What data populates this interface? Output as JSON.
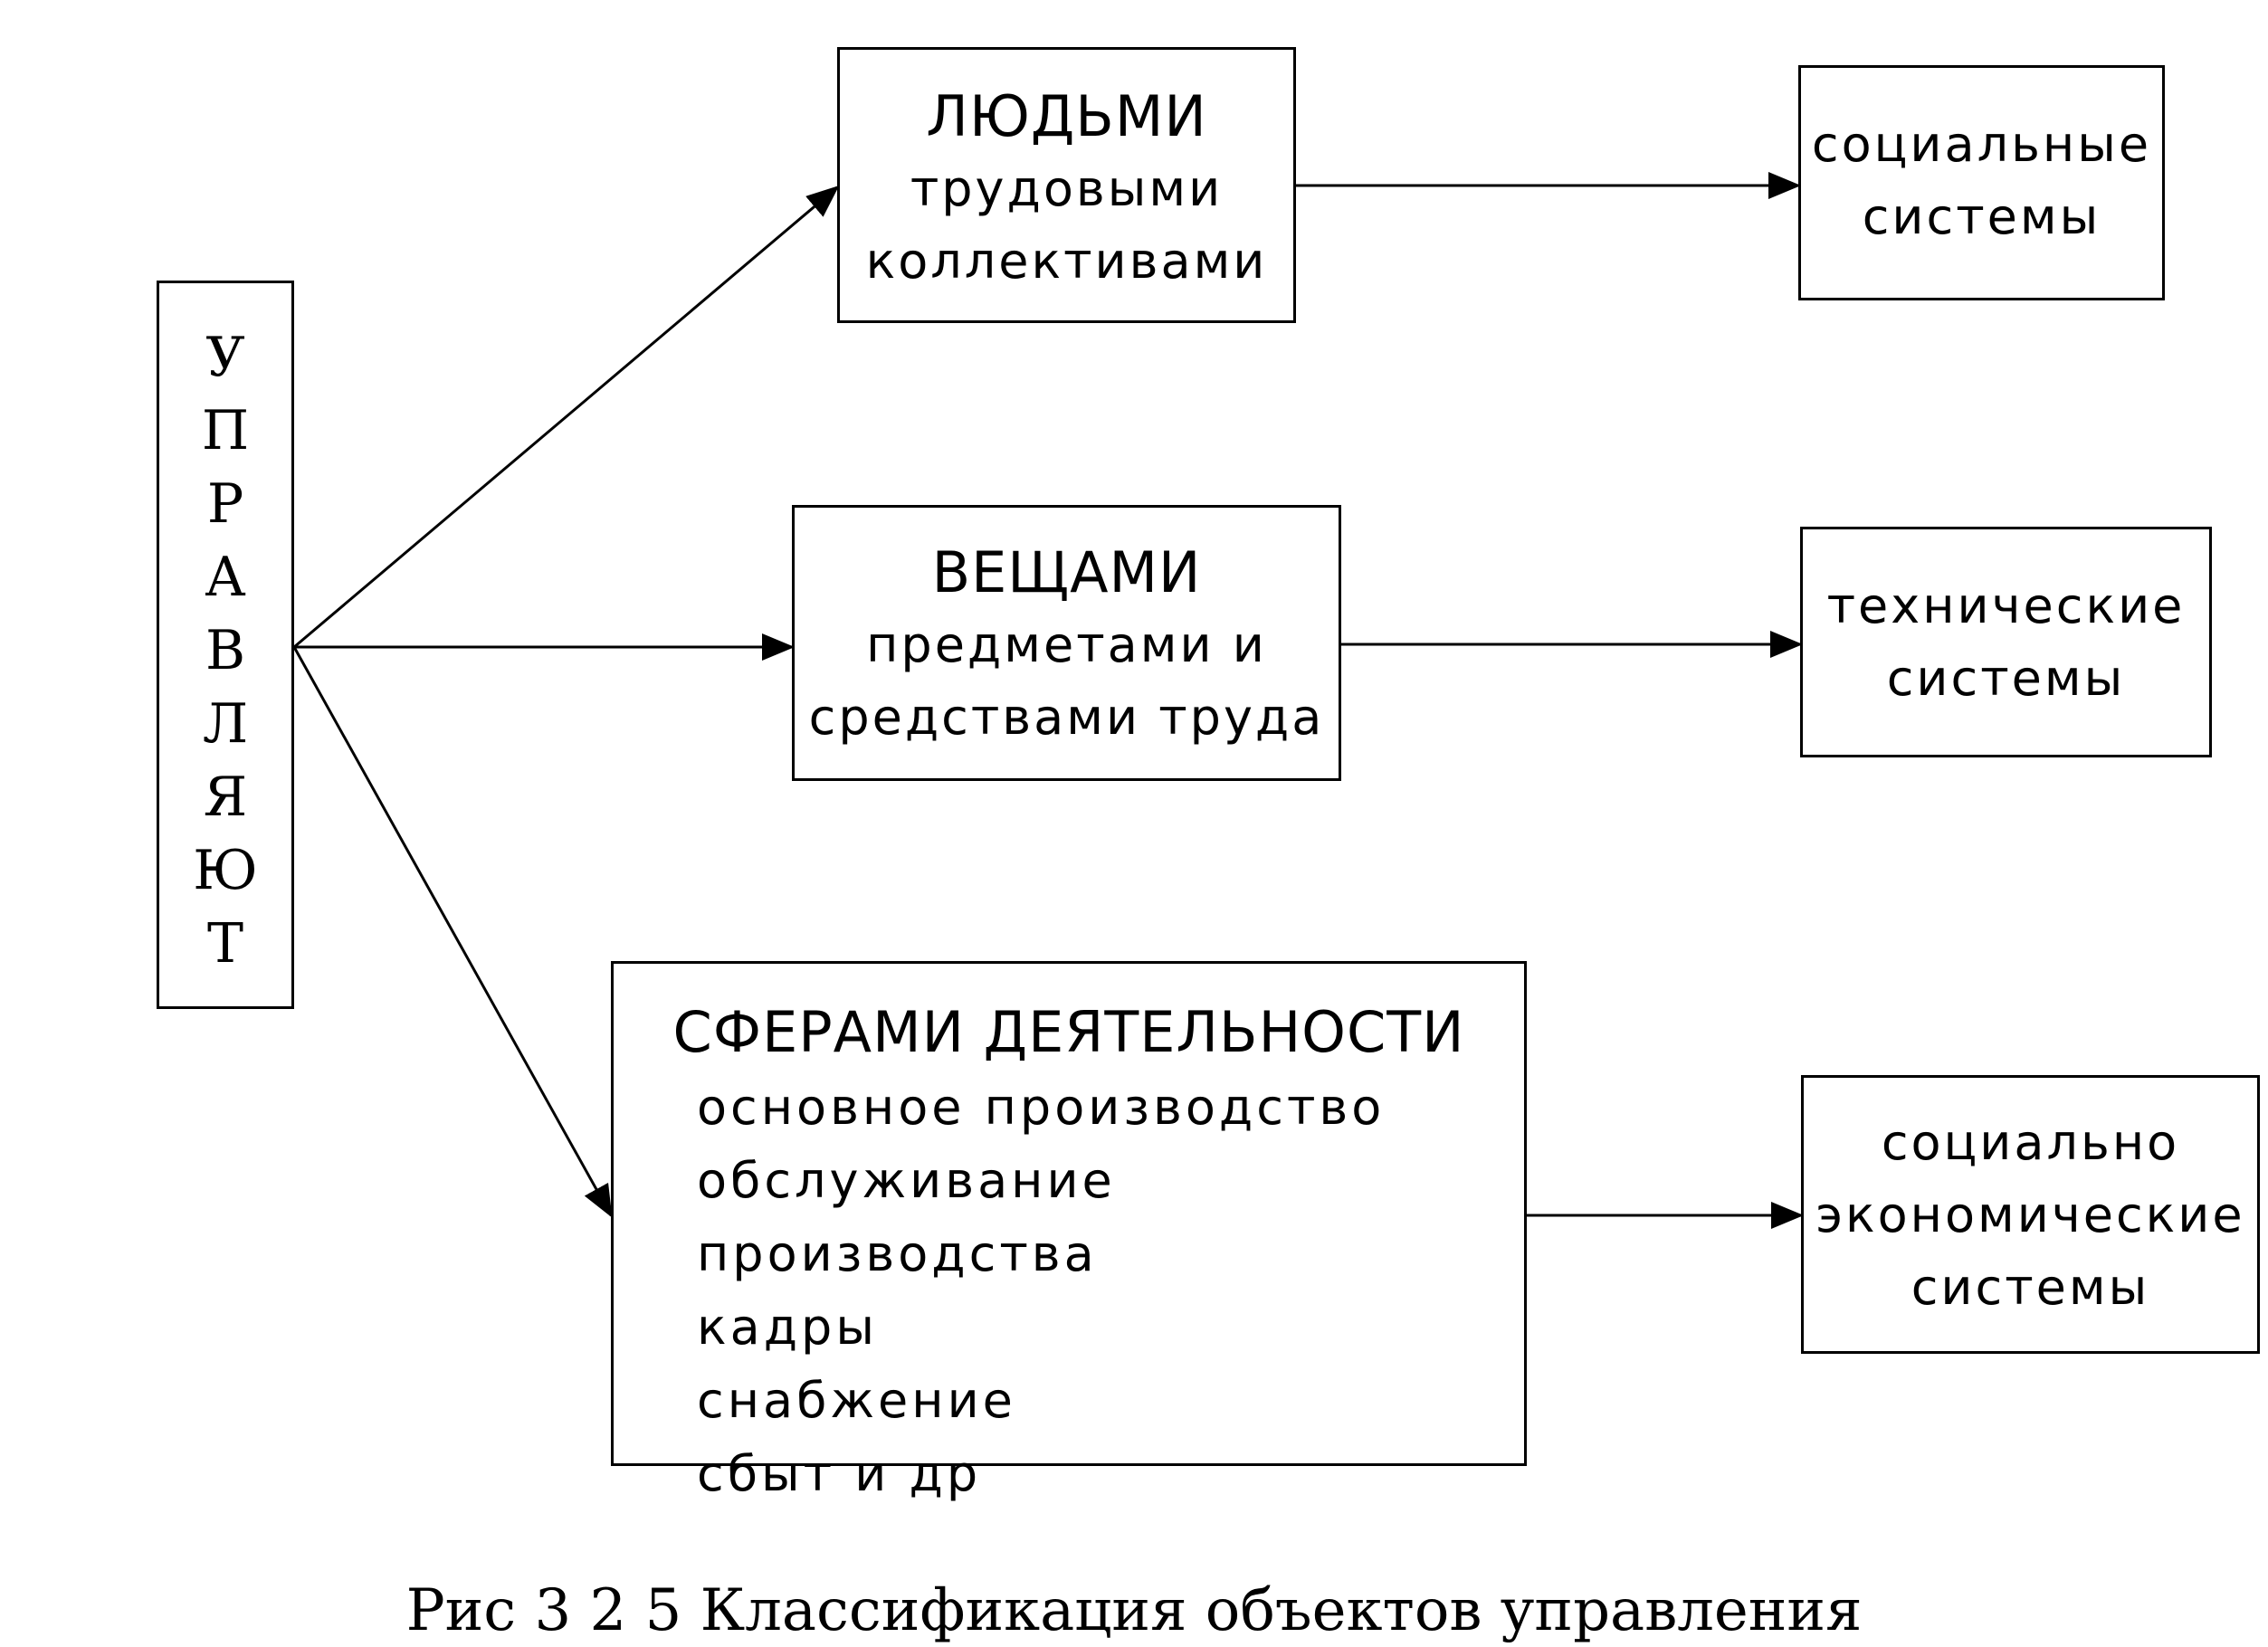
{
  "root": {
    "letters": [
      "У",
      "П",
      "Р",
      "А",
      "В",
      "Л",
      "Я",
      "Ю",
      "Т"
    ]
  },
  "objects": [
    {
      "heading": "ЛЮДЬМИ",
      "lines": [
        "трудовыми",
        "коллективами"
      ]
    },
    {
      "heading": "ВЕЩАМИ",
      "lines": [
        "предметами и",
        "средствами труда"
      ]
    },
    {
      "heading": "СФЕРАМИ ДЕЯТЕЛЬНОСТИ",
      "items": [
        "основное производство",
        "обслуживание производства",
        "кадры",
        "снабжение",
        "сбыт и др"
      ]
    }
  ],
  "systems": [
    {
      "lines": [
        "социальные",
        "системы"
      ]
    },
    {
      "lines": [
        "технические",
        "системы"
      ]
    },
    {
      "lines": [
        "социально",
        "экономические",
        "системы"
      ]
    }
  ],
  "caption": "Рис 3 2 5 Классификация объектов управления"
}
